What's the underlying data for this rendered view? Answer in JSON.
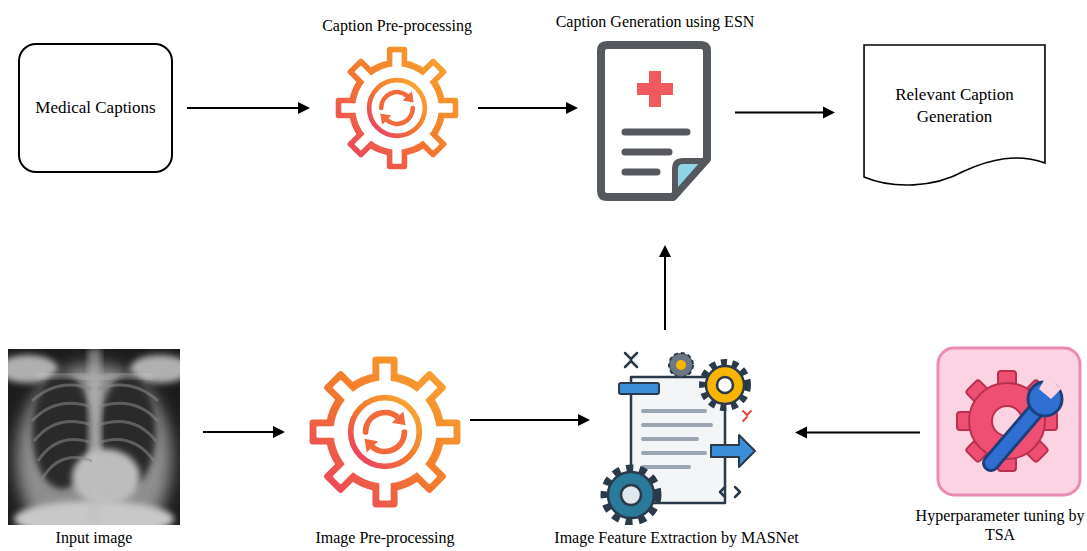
{
  "diagram": {
    "nodes": [
      {
        "text": [
          "Medical Captions"
        ]
      },
      {
        "text": [
          "Caption Pre-processing"
        ]
      },
      {
        "text": [
          "Caption Generation using ESN"
        ]
      },
      {
        "text": [
          "Relevant Caption Generation"
        ]
      },
      {
        "text": [
          "Input image"
        ]
      },
      {
        "text": [
          "Image Pre-processing"
        ]
      },
      {
        "text": [
          "Image Feature Extraction by MASNet"
        ]
      },
      {
        "text": [
          "Hyperparameter tuning by TSA"
        ]
      }
    ],
    "edges": [
      {
        "from": 0,
        "to": 1,
        "arrow": "to"
      },
      {
        "from": 1,
        "to": 2,
        "arrow": "to"
      },
      {
        "from": 2,
        "to": 3,
        "arrow": "to"
      },
      {
        "from": 4,
        "to": 5,
        "arrow": "to"
      },
      {
        "from": 5,
        "to": 6,
        "arrow": "to"
      },
      {
        "from": 7,
        "to": 6,
        "arrow": "to"
      },
      {
        "from": 6,
        "to": 2,
        "arrow": "to"
      }
    ]
  }
}
